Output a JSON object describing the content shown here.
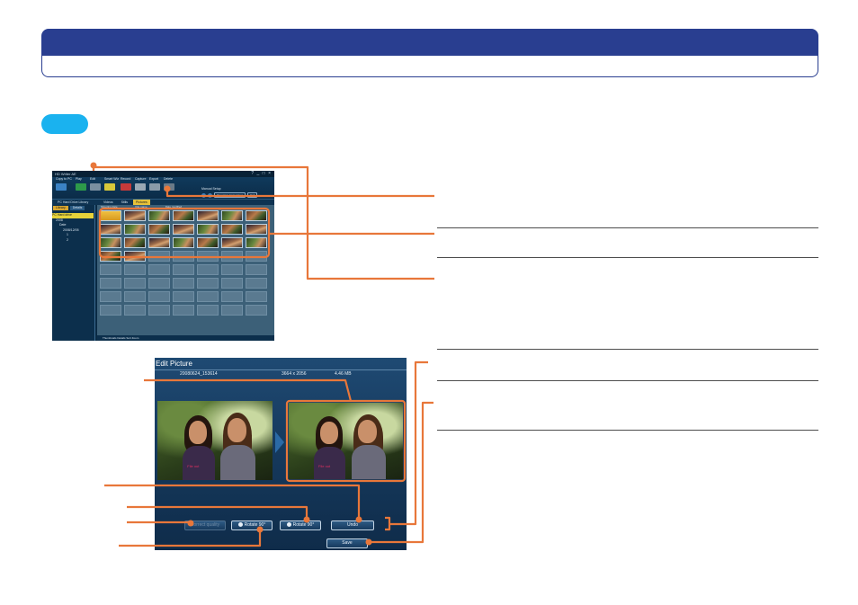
{
  "app_window": {
    "title": "HD Writer AE",
    "window_controls": "? _ □ ×",
    "toolbar": [
      {
        "label": "Copy to PC",
        "color": "#3b82c4"
      },
      {
        "label": "Play",
        "color": "#2d9a4a"
      },
      {
        "label": "Edit",
        "color": "#7a8fa0"
      },
      {
        "label": "Smart Wiz",
        "color": "#d8c83a"
      },
      {
        "label": "Record",
        "color": "#c43a3a"
      },
      {
        "label": "Capture",
        "color": "#9aa8b4"
      },
      {
        "label": "Export",
        "color": "#8a9aa8"
      },
      {
        "label": "Delete",
        "color": "#6a7a88"
      }
    ],
    "setting_label": "Manual Setup",
    "setting_buttons": [
      "Operating Instructions",
      "Exit"
    ],
    "path_label": "PC Hard Drive Library",
    "tabs": [
      {
        "label": "Videos",
        "active": false
      },
      {
        "label": "Stills",
        "active": false
      },
      {
        "label": "Pictures",
        "active": true
      }
    ],
    "left_tabs": [
      "Library",
      "Details"
    ],
    "tree": [
      "PC Hard drive",
      "2008",
      "Date",
      "2008/12/05",
      "1",
      "2"
    ],
    "grid_header": [
      "Shooting date",
      "File name",
      "Date modified"
    ],
    "bottom_bar": "Thumbnails  Details  Sort  Zoom",
    "thumbnails_filled": 23
  },
  "edit_window": {
    "title": "Edit Picture",
    "filename": "20080624_153614",
    "dimensions": "3664 x 2056",
    "filesize": "4.46 MB",
    "photo_watermark": "File out",
    "buttons": {
      "correct_quality": "Correct quality",
      "rotate_left": "Rotate 90°",
      "rotate_right": "Rotate 90°",
      "undo": "Undo",
      "save": "Save"
    }
  },
  "colors": {
    "header_blue": "#293e90",
    "accent_cyan": "#1ab2ef",
    "callout_orange": "#e8773a"
  }
}
